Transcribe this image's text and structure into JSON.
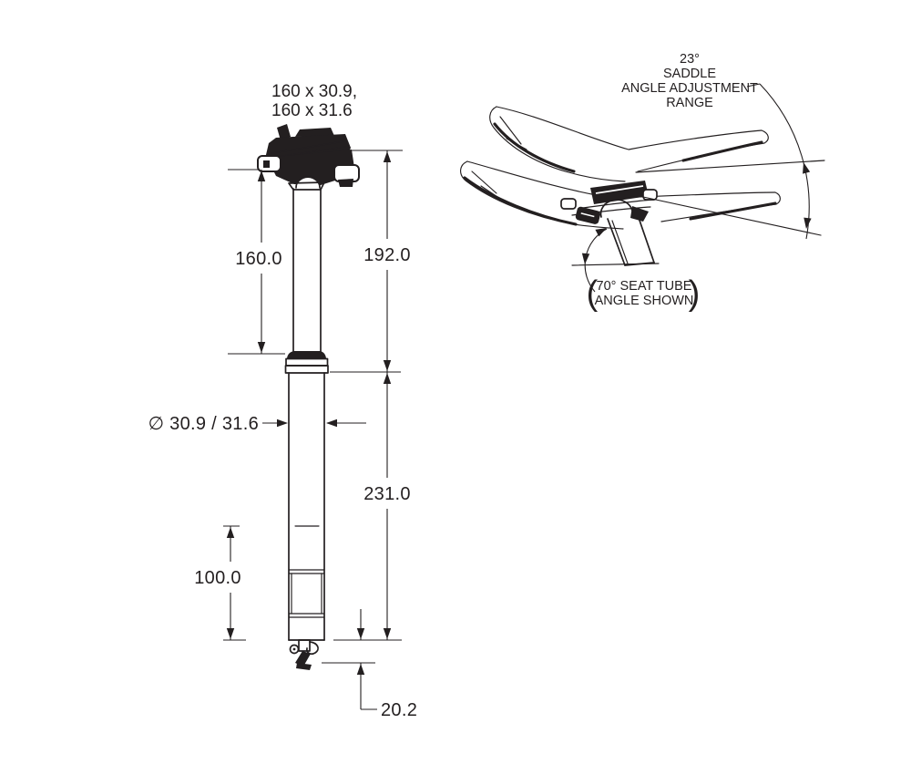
{
  "drawing_title": "dropper seatpost dimensional drawing",
  "left_view": {
    "size_label": {
      "line1": "160 x 30.9,",
      "line2": "160 x 31.6"
    },
    "dims": {
      "travel": "160.0",
      "upper_length": "192.0",
      "lower_length": "231.0",
      "insertion": "100.0",
      "diameter": "∅ 30.9 / 31.6",
      "actuator_offset": "20.2"
    }
  },
  "right_view": {
    "saddle_angle_note": {
      "line1": "23°",
      "line2": "SADDLE",
      "line3": "ANGLE ADJUSTMENT",
      "line4": "RANGE"
    },
    "seat_tube_note": {
      "line1": "70° SEAT TUBE",
      "line2": "ANGLE SHOWN",
      "open_paren": "(",
      "close_paren": ")"
    }
  },
  "colors": {
    "ink": "#231f20",
    "background": "#ffffff"
  }
}
